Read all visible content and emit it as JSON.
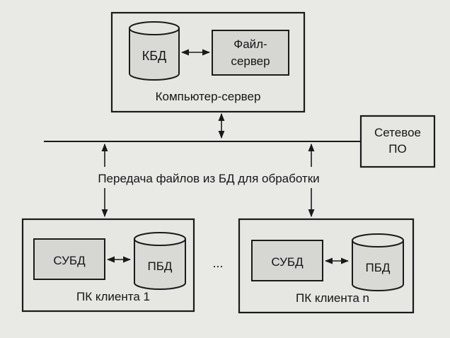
{
  "server": {
    "caption": "Компьютер-сервер",
    "db_label": "КБД",
    "fileserver_line1": "Файл-",
    "fileserver_line2": "сервер"
  },
  "network_software": {
    "line1": "Сетевое",
    "line2": "ПО"
  },
  "transfer_label": "Передача файлов из БД для обработки",
  "client_1": {
    "dbms_label": "СУБД",
    "db_label": "ПБД",
    "caption": "ПК клиента 1"
  },
  "ellipsis": "...",
  "client_n": {
    "dbms_label": "СУБД",
    "db_label": "ПБД",
    "caption": "ПК клиента n"
  },
  "colors": {
    "background": "#e9e9e6",
    "stroke": "#1a1a1a"
  }
}
